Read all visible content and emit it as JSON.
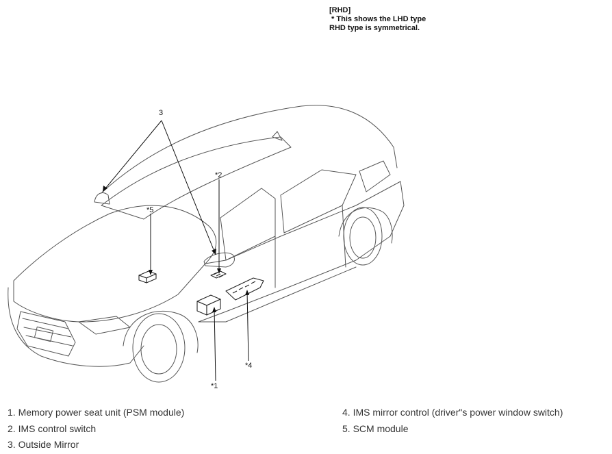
{
  "note": {
    "line1": "[RHD]",
    "line2": " * This shows the LHD type",
    "line3": "RHD type is symmetrical."
  },
  "callouts": {
    "c1": "*1",
    "c2": "*2",
    "c3": "3",
    "c4": "*4",
    "c5": "*5"
  },
  "legend": {
    "left": [
      "1. Memory power seat unit (PSM module)",
      "2. IMS control switch",
      "3. Outside Mirror"
    ],
    "right": [
      "4. IMS mirror control (driver\"s power window switch)",
      "5. SCM module"
    ]
  }
}
